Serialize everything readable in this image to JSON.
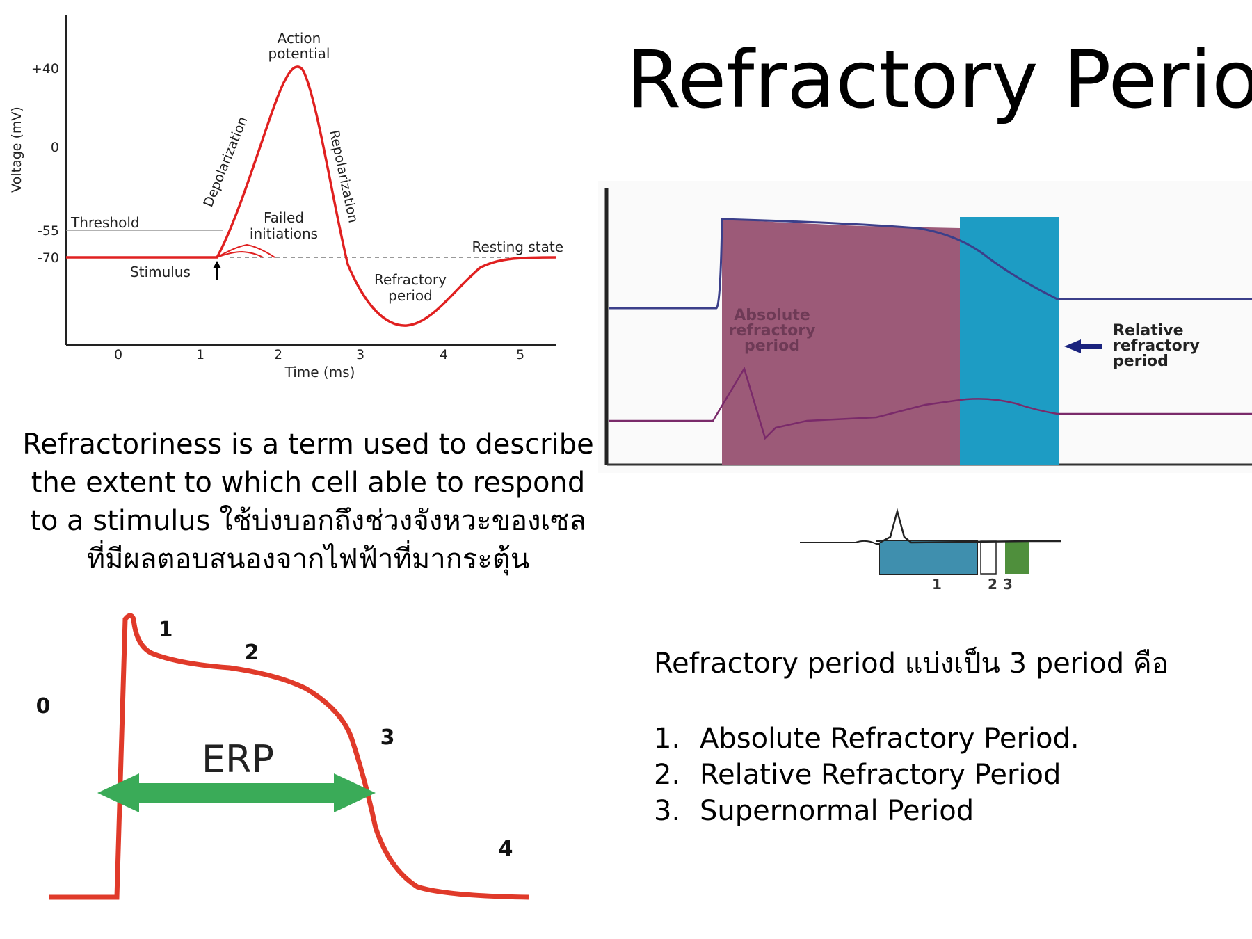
{
  "slide": {
    "title": "Refractory Period",
    "description": [
      "Refractoriness is a term used to describe",
      "the extent to which cell able to respond",
      "to a stimulus ใช้บ่งบอกถึงช่วงจังหวะของเซล",
      "ที่มีผลตอบสนองจากไฟฟ้าที่มากระตุ้น"
    ],
    "periods_intro": "Refractory period แบ่งเป็น 3 period คือ",
    "periods": [
      {
        "num": "1.",
        "label": "Absolute Refractory Period."
      },
      {
        "num": "2.",
        "label": "Relative Refractory Period"
      },
      {
        "num": "3.",
        "label": "Supernormal Period"
      }
    ]
  },
  "action_potential_diagram": {
    "ylabel": "Voltage (mV)",
    "xlabel": "Time (ms)",
    "yticks": [
      "+40",
      "0",
      "-55",
      "-70"
    ],
    "xticks": [
      "0",
      "1",
      "2",
      "3",
      "4",
      "5"
    ],
    "labels": {
      "action_potential_1": "Action",
      "action_potential_2": "potential",
      "depolarization": "Depolarization",
      "repolarization": "Repolarization",
      "threshold": "Threshold",
      "failed_1": "Failed",
      "failed_2": "initiations",
      "resting": "Resting state",
      "stimulus": "Stimulus",
      "refractory_1": "Refractory",
      "refractory_2": "period"
    },
    "colors": {
      "curve": "#e02020",
      "threshold": "#999999",
      "axis": "#222222"
    }
  },
  "cardiac_refractory_diagram": {
    "absolute_label": [
      "Absolute",
      "refractory",
      "period"
    ],
    "relative_label": [
      "Relative",
      "refractory",
      "period"
    ],
    "ecg_labels": [
      "1",
      "2",
      "3"
    ],
    "colors": {
      "absolute": "#9c5a78",
      "relative": "#1d9cc4",
      "ecg_fill": "#3f8fae",
      "ecg_green": "#4f8f3c"
    }
  },
  "erp_diagram": {
    "phase_labels": [
      "0",
      "1",
      "2",
      "3",
      "4"
    ],
    "erp_label": "ERP",
    "colors": {
      "curve": "#e03a2a",
      "arrow": "#3aab58"
    }
  }
}
